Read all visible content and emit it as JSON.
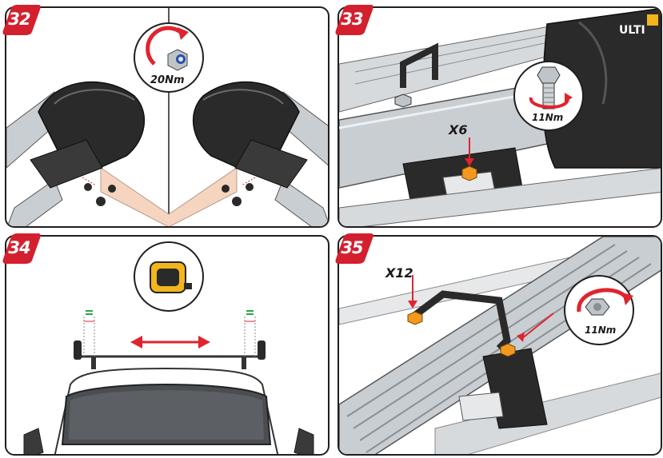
{
  "steps": [
    {
      "number": "32",
      "torque": "20Nm"
    },
    {
      "number": "33",
      "quantity": "X6",
      "torque": "11Nm",
      "brand": "ULTI"
    },
    {
      "number": "34"
    },
    {
      "number": "35",
      "quantity": "X12",
      "torque": "11Nm"
    }
  ],
  "colors": {
    "badge": "#d3202f",
    "arrow": "#e0242e",
    "bolt_orange": "#f39a1e",
    "tape_yellow": "#f2b51c",
    "rail_grey": "#c9ced3",
    "plastic_black": "#2a2a2a",
    "pink_tube": "#f6d5c0",
    "measure_green": "#2aa84a"
  },
  "icons": [
    "nylock-nut-icon",
    "rotate-arrow-icon",
    "hex-bolt-icon",
    "flange-nut-icon",
    "tape-measure-icon",
    "double-arrow-icon"
  ]
}
